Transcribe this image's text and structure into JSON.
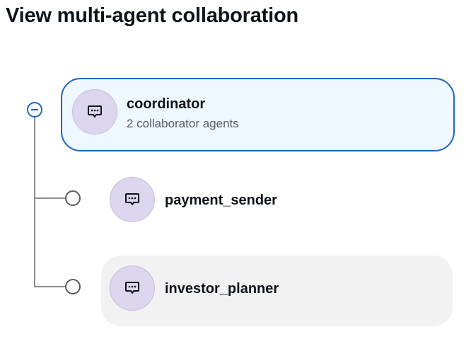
{
  "page": {
    "title": "View multi-agent collaboration"
  },
  "supervisor": {
    "name": "coordinator",
    "subtitle": "2 collaborator agents",
    "icon": "chat-bubble-icon",
    "expanded": true
  },
  "collaborators": [
    {
      "name": "payment_sender",
      "icon": "chat-bubble-icon"
    },
    {
      "name": "investor_planner",
      "icon": "chat-bubble-icon"
    }
  ],
  "colors": {
    "accent": "#1b66c9",
    "selected_card_bg": "#f0f8ff",
    "hover_card_bg": "#f2f2f2",
    "avatar_bg": "#dcd6ee"
  }
}
